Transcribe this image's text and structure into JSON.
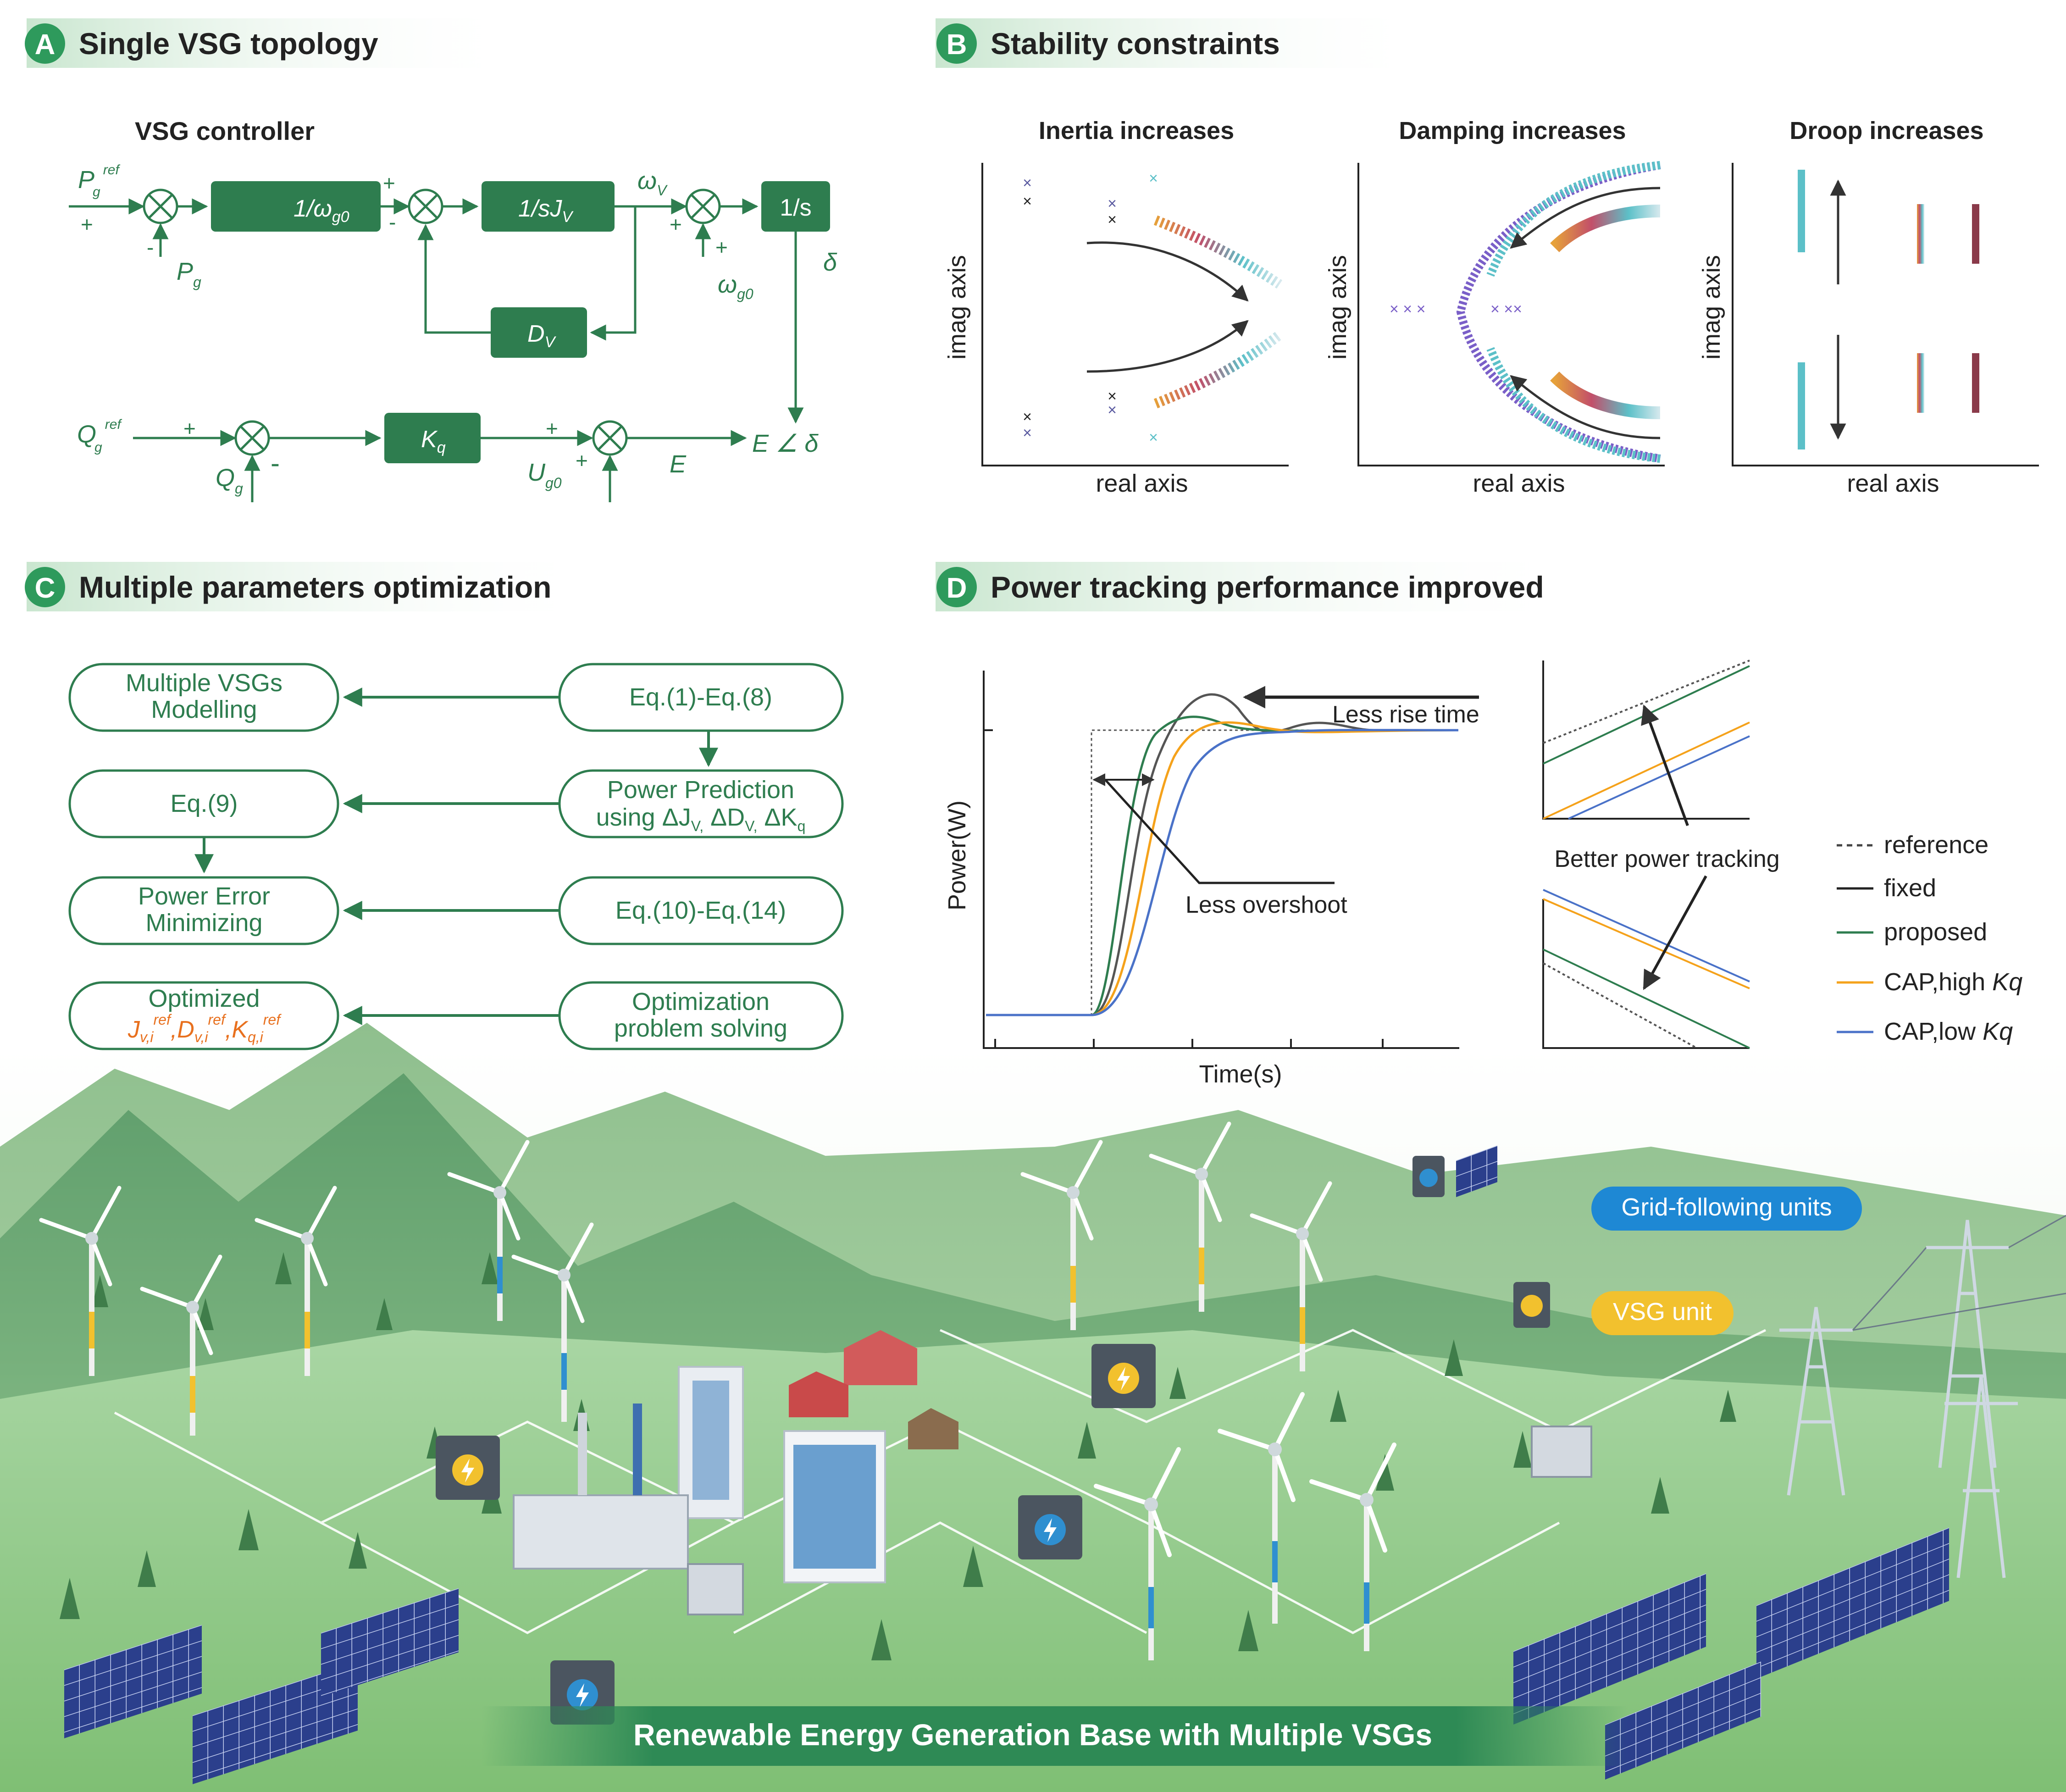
{
  "panels": {
    "a": {
      "letter": "A",
      "title": "Single VSG topology"
    },
    "b": {
      "letter": "B",
      "title": "Stability constraints"
    },
    "c": {
      "letter": "C",
      "title": "Multiple parameters optimization"
    },
    "d": {
      "letter": "D",
      "title": "Power tracking performance improved"
    }
  },
  "vsg": {
    "controller_label": "VSG controller",
    "blocks": {
      "inv_wg0_main": "1/ω",
      "inv_wg0_sub": "g0",
      "inv_sj_main": "1/sJ",
      "inv_sj_sub": "V",
      "integrator": "1/s",
      "dv_main": "D",
      "dv_sub": "V",
      "kq_main": "K",
      "kq_sub": "q"
    },
    "signals": {
      "p_main": "P",
      "p_sub": "g",
      "p_sup": "ref",
      "pg_main": "P",
      "pg_sub": "g",
      "wv_main": "ω",
      "wv_sub": "V",
      "wg0_main": "ω",
      "wg0_sub": "g0",
      "delta": "δ",
      "q_main": "Q",
      "q_sub": "g",
      "q_sup": "ref",
      "qg_main": "Q",
      "qg_sub": "g",
      "ug0_main": "U",
      "ug0_sub": "g0",
      "e": "E",
      "output": "E ∠ δ"
    },
    "signs": {
      "plus": "+",
      "minus": "-",
      "minus_bold": "-"
    }
  },
  "stability": {
    "subplots": [
      {
        "title": "Inertia increases",
        "xlabel": "real axis",
        "ylabel": "imag axis"
      },
      {
        "title": "Damping increases",
        "xlabel": "real axis",
        "ylabel": "imag axis"
      },
      {
        "title": "Droop increases",
        "xlabel": "real axis",
        "ylabel": "imag axis"
      }
    ]
  },
  "flow": {
    "left": [
      {
        "line1": "Multiple VSGs",
        "line2": "Modelling"
      },
      {
        "line1": "Eq.(9)",
        "line2": ""
      },
      {
        "line1": "Power Error",
        "line2": "Minimizing"
      },
      {
        "line1": "Optimized",
        "line2": "Jᵥ,ᵢʳᵉᶠ,Dᵥ,ᵢʳᵉᶠ,K_q,i ref"
      }
    ],
    "optimized_params": {
      "j": "J",
      "j_sub": "v,i",
      "d": "D",
      "d_sub": "v,i",
      "k": "K",
      "k_sub": "q,i",
      "sup": "ref",
      "comma": ","
    },
    "right": [
      {
        "line1": "Eq.(1)-Eq.(8)",
        "line2": ""
      },
      {
        "line1": "Power Prediction",
        "line2": "using ΔJᵥ, ΔDᵥ, ΔKᵩ"
      },
      {
        "line1": "Eq.(10)-Eq.(14)",
        "line2": ""
      },
      {
        "line1": "Optimization",
        "line2": "problem solving"
      }
    ],
    "prediction": {
      "using": "using ΔJ",
      "j_sub": "V,",
      "dd": " ΔD",
      "d_sub": "V,",
      "dk": " ΔK",
      "k_sub": "q"
    }
  },
  "power_chart": {
    "ylabel": "Power(W)",
    "xlabel": "Time(s)",
    "annotations": {
      "rise": "Less rise time",
      "overshoot": "Less overshoot",
      "tracking": "Better power tracking"
    },
    "legend": [
      {
        "label": "reference",
        "color": "#444444"
      },
      {
        "label": "fixed",
        "color": "#222222"
      },
      {
        "label": "proposed",
        "color": "#2e7d4f"
      },
      {
        "label": "CAP,high ",
        "label_italic": "Kq",
        "color": "#f5a21b"
      },
      {
        "label": "CAP,low ",
        "label_italic": "Kq",
        "color": "#4a72c8"
      }
    ]
  },
  "landscape": {
    "title": "Renewable Energy Generation Base with Multiple VSGs",
    "legend": [
      {
        "label": "Grid-following units",
        "color": "#1e88d4"
      },
      {
        "label": "VSG unit",
        "color": "#f2c12e"
      }
    ]
  },
  "colors": {
    "brand_green": "#2e7d4f",
    "block_green": "#2e7d4f",
    "optimized_orange": "#e8701e"
  }
}
